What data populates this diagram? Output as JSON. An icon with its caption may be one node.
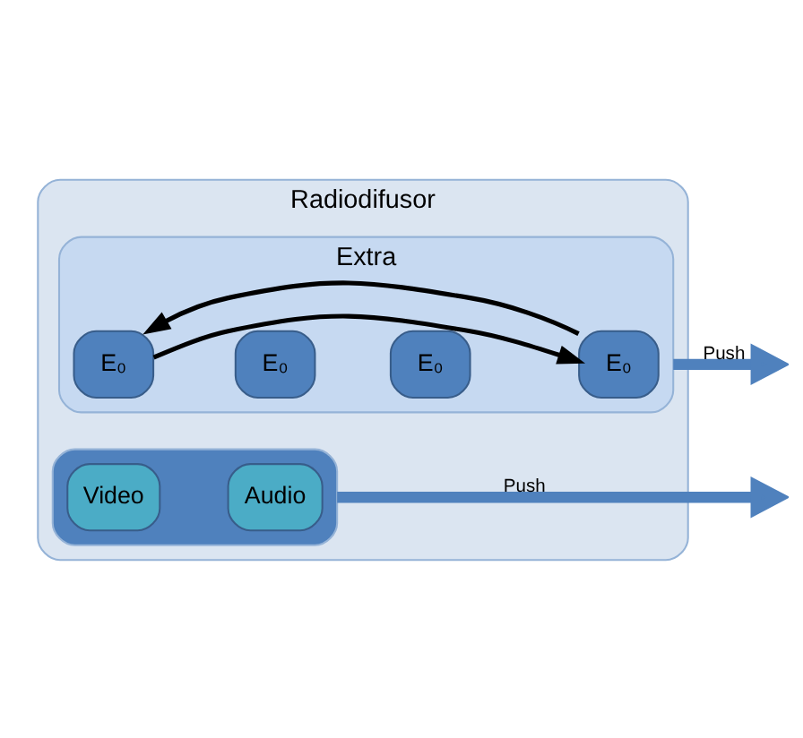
{
  "diagram": {
    "nodes": [
      {
        "text": [
          "Radiodifusor"
        ]
      },
      {
        "text": [],
        "shape": "box",
        "in": 0
      },
      {
        "text": [
          "Video"
        ],
        "in": 1
      },
      {
        "text": [
          "Audio"
        ],
        "in": 1
      },
      {
        "text": [
          "Extra"
        ],
        "in": 0
      },
      {
        "text": [
          "E₀"
        ],
        "in": 4
      },
      {
        "text": [
          "E₀"
        ],
        "in": 4
      },
      {
        "text": [
          "E₀"
        ],
        "in": 4
      },
      {
        "text": [
          "E₀"
        ],
        "in": 4
      }
    ],
    "edges": [
      {
        "from": 1,
        "to": null,
        "arrow": "to",
        "label": "Push",
        "style": "thick",
        "color": "#4f81bd"
      },
      {
        "from": 5,
        "to": 8,
        "arrow": "to",
        "color": "#000000"
      },
      {
        "from": 8,
        "to": 5,
        "arrow": "to",
        "color": "#000000"
      },
      {
        "from": 4,
        "to": null,
        "arrow": "to",
        "label": "Push",
        "style": "thick",
        "color": "#4f81bd"
      }
    ]
  }
}
